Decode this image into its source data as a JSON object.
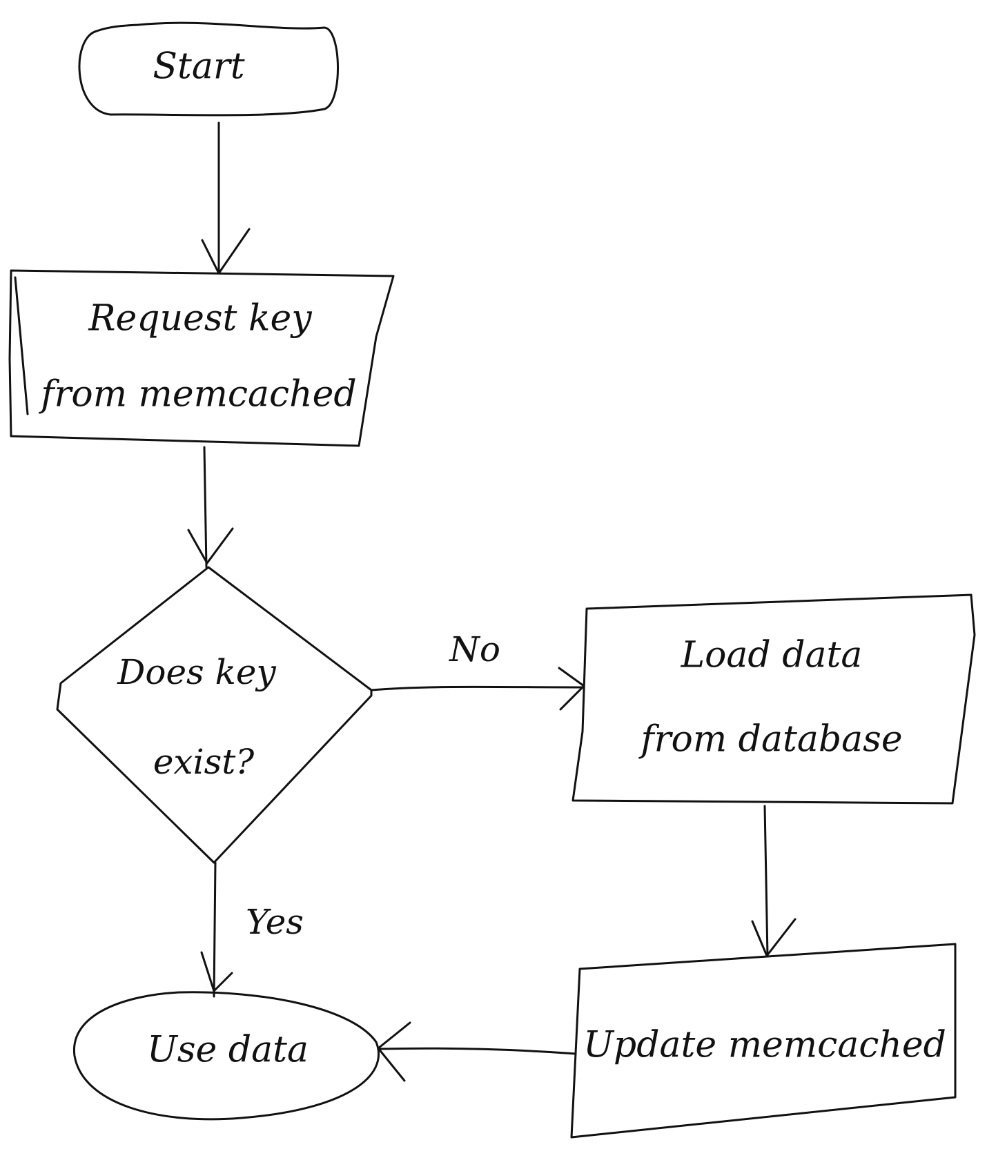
{
  "diagram": {
    "nodes": {
      "start": {
        "line1": "Start"
      },
      "request": {
        "line1": "Request key",
        "line2": "from memcached"
      },
      "decision": {
        "line1": "Does key",
        "line2": "exist?"
      },
      "load": {
        "line1": "Load data",
        "line2": "from database"
      },
      "update": {
        "line1": "Update memcached"
      },
      "use": {
        "line1": "Use data"
      }
    },
    "edges": {
      "no_label": "No",
      "yes_label": "Yes"
    },
    "colors": {
      "ink": "#111111",
      "paper": "#ffffff"
    }
  }
}
